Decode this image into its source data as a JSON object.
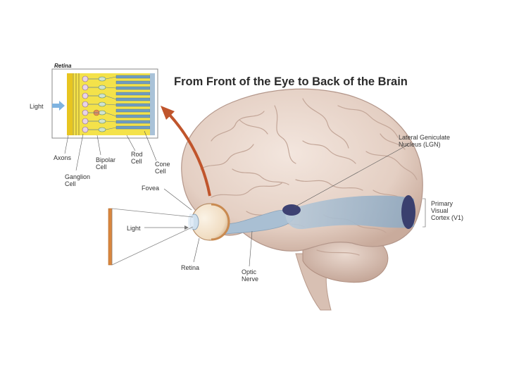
{
  "title": "From Front of the Eye to Back of the Brain",
  "labels": {
    "retina_inset_title": "Retina",
    "light_inset": "Light",
    "axons": "Axons",
    "ganglion": "Ganglion\nCell",
    "bipolar": "Bipolar\nCell",
    "rod": "Rod\nCell",
    "cone": "Cone\nCell",
    "fovea": "Fovea",
    "light_eye": "Light",
    "retina_eye": "Retina",
    "optic_nerve": "Optic\nNerve",
    "lgn": "Lateral Geniculate\nNucleus (LGN)",
    "v1": "Primary\nVisual\nCortex (V1)"
  },
  "colors": {
    "retina_bg": "#f4e24a",
    "pathway": "#9fb6cc",
    "lgn_v1": "#3a3f6e",
    "arrow": "#c0552c",
    "brain": "#e8d6cc",
    "object": "#d9863e"
  }
}
